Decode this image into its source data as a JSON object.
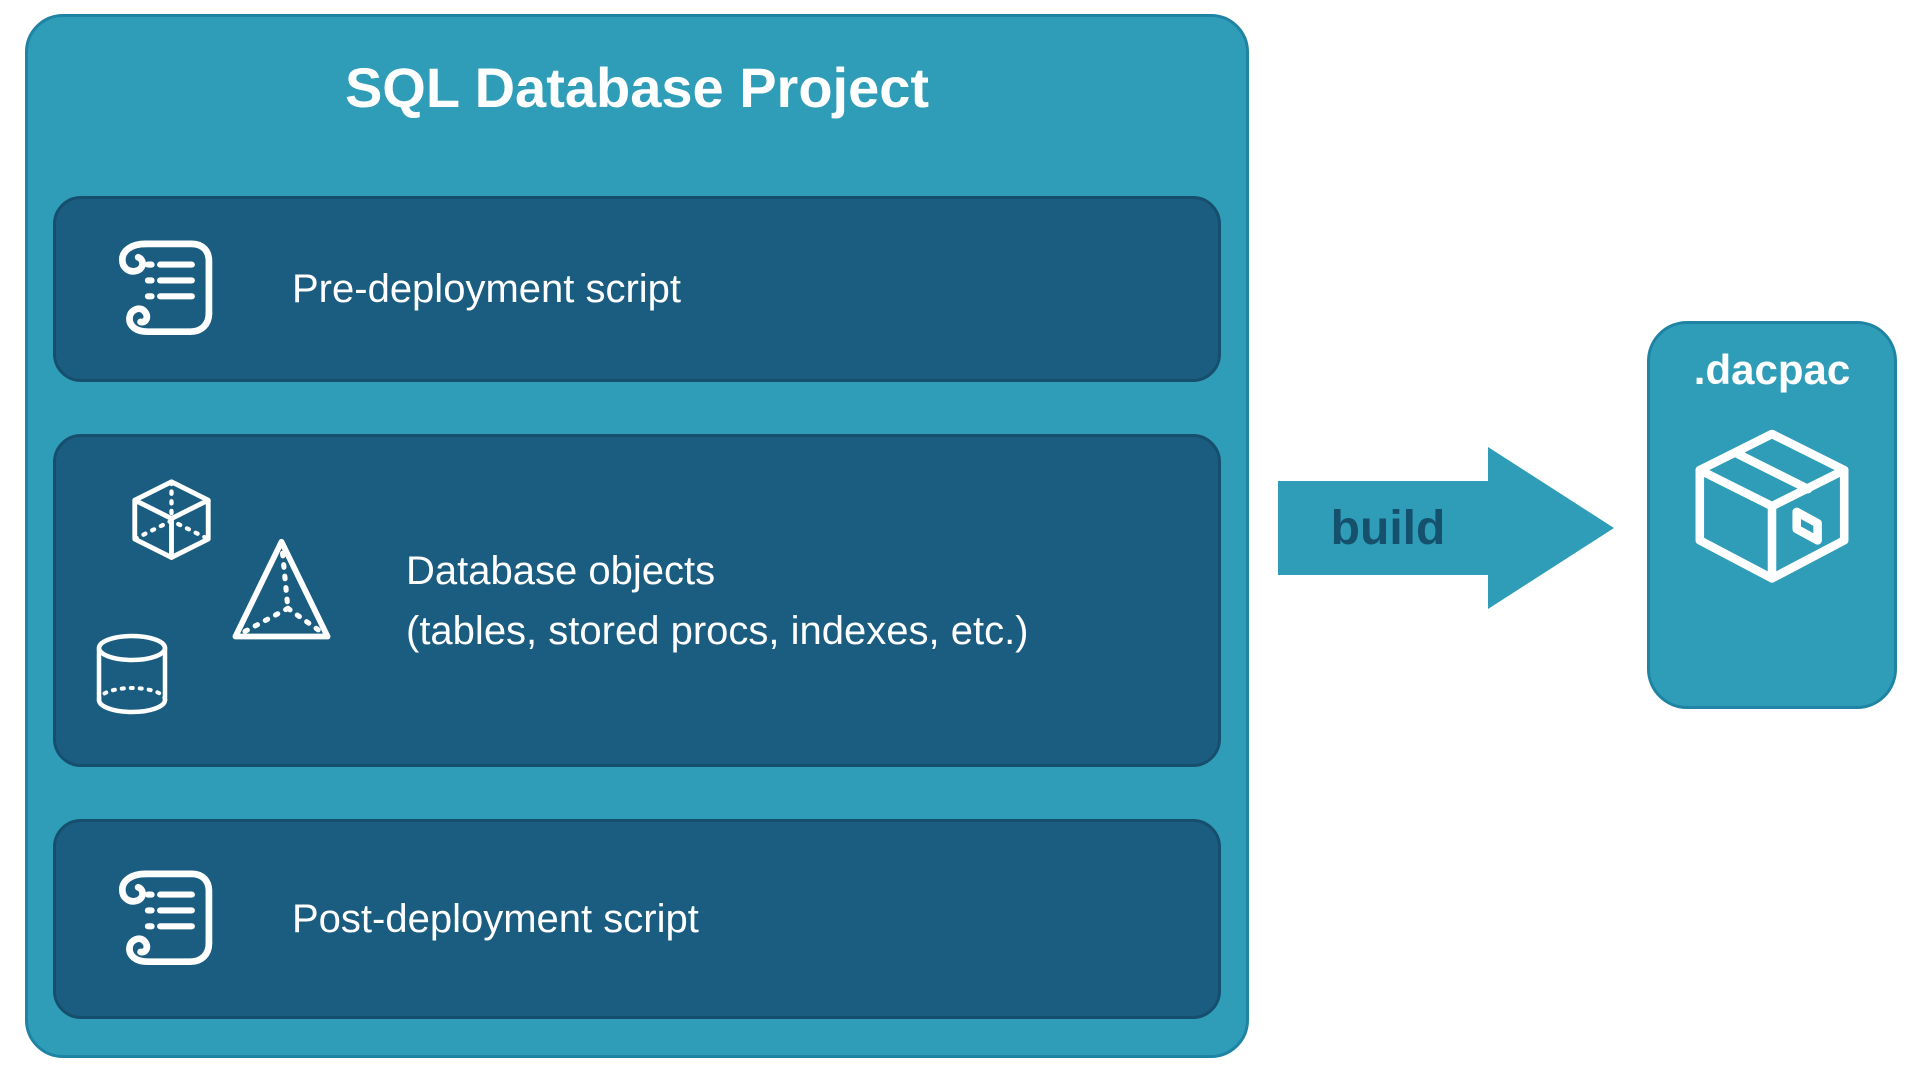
{
  "colors": {
    "canvas_background": "#FFFFFF",
    "teal": "#2F9DB8",
    "teal_border": "#1F84A3",
    "panel_dark": "#1B5D80",
    "panel_border": "#164F6E",
    "arrow_label_color": "#15506C",
    "label_text": "#FFFFFF"
  },
  "project": {
    "title": "SQL Database Project",
    "boxes": {
      "pre": {
        "label": "Pre-deployment script",
        "icon": "scroll-icon"
      },
      "objects": {
        "line1": "Database objects",
        "line2": "(tables, stored procs, indexes, etc.)",
        "icons": [
          "cube-icon",
          "pyramid-icon",
          "cylinder-icon"
        ]
      },
      "post": {
        "label": "Post-deployment script",
        "icon": "scroll-icon"
      }
    }
  },
  "arrow": {
    "label": "build"
  },
  "output": {
    "label": ".dacpac",
    "icon": "package-icon"
  }
}
